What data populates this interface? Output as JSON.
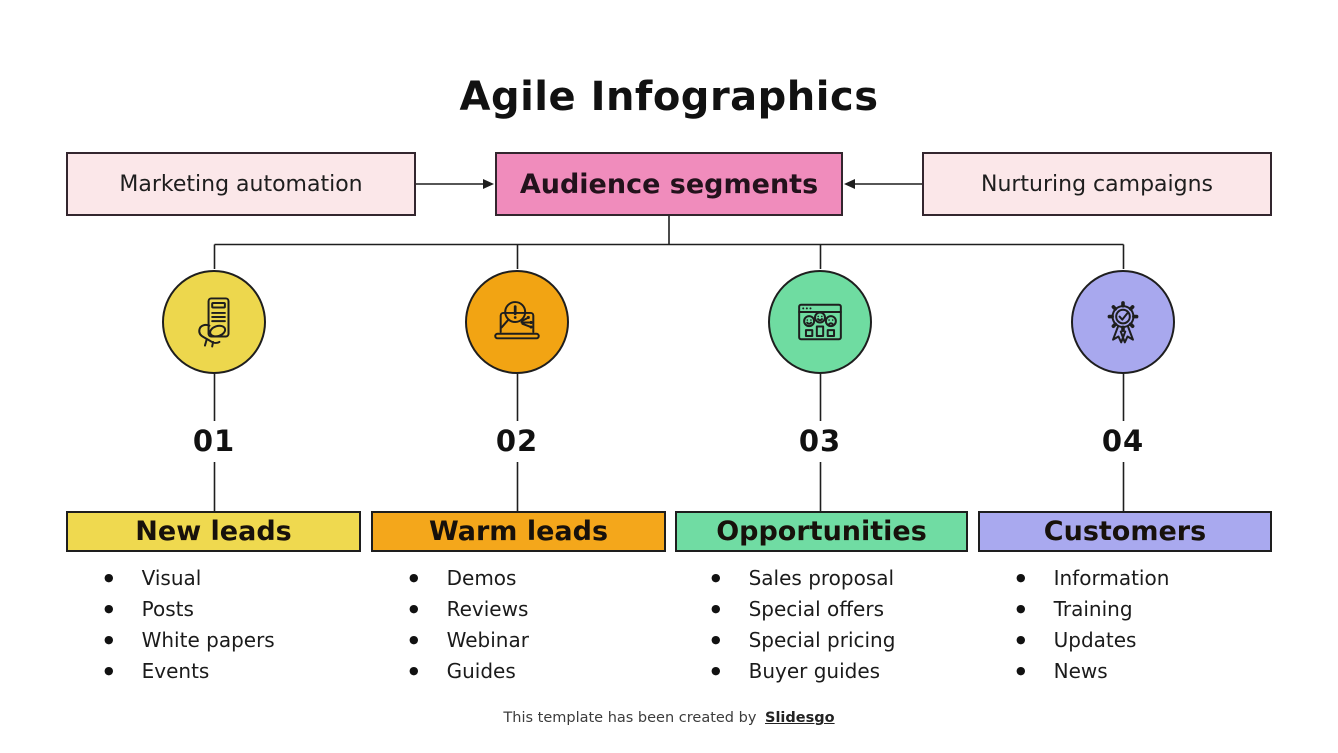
{
  "title": "Agile Infographics",
  "flow": {
    "left_box": {
      "label": "Marketing automation"
    },
    "center_box": {
      "label": "Audience segments"
    },
    "right_box": {
      "label": "Nurturing campaigns"
    }
  },
  "stages": [
    {
      "number": "01",
      "label": "New leads",
      "icon": "hand-holding-checklist-icon",
      "circle_color": "#EDD74D",
      "label_color": "#EFD94F",
      "items": [
        "Visual",
        "Posts",
        "White papers",
        "Events"
      ]
    },
    {
      "number": "02",
      "label": "Warm leads",
      "icon": "laptop-search-alert-icon",
      "circle_color": "#F2A413",
      "label_color": "#F4A71B",
      "items": [
        "Demos",
        "Reviews",
        "Webinar",
        "Guides"
      ]
    },
    {
      "number": "03",
      "label": "Opportunities",
      "icon": "customer-feedback-icon",
      "circle_color": "#6FDCA1",
      "label_color": "#70DCA3",
      "items": [
        "Sales proposal",
        "Special offers",
        "Special pricing",
        "Buyer guides"
      ]
    },
    {
      "number": "04",
      "label": "Customers",
      "icon": "award-badge-icon",
      "circle_color": "#A8A8EE",
      "label_color": "#A9A9EF",
      "items": [
        "Information",
        "Training",
        "Updates",
        "News"
      ]
    }
  ],
  "footer": {
    "text": "This template has been created by",
    "brand": "Slidesgo"
  },
  "colors": {
    "background": "#FFFFFF",
    "light_pink_box": "#FBE7E9",
    "pink_center_box": "#F08CBC",
    "line": "#1E1E1E",
    "text": "#111111"
  }
}
